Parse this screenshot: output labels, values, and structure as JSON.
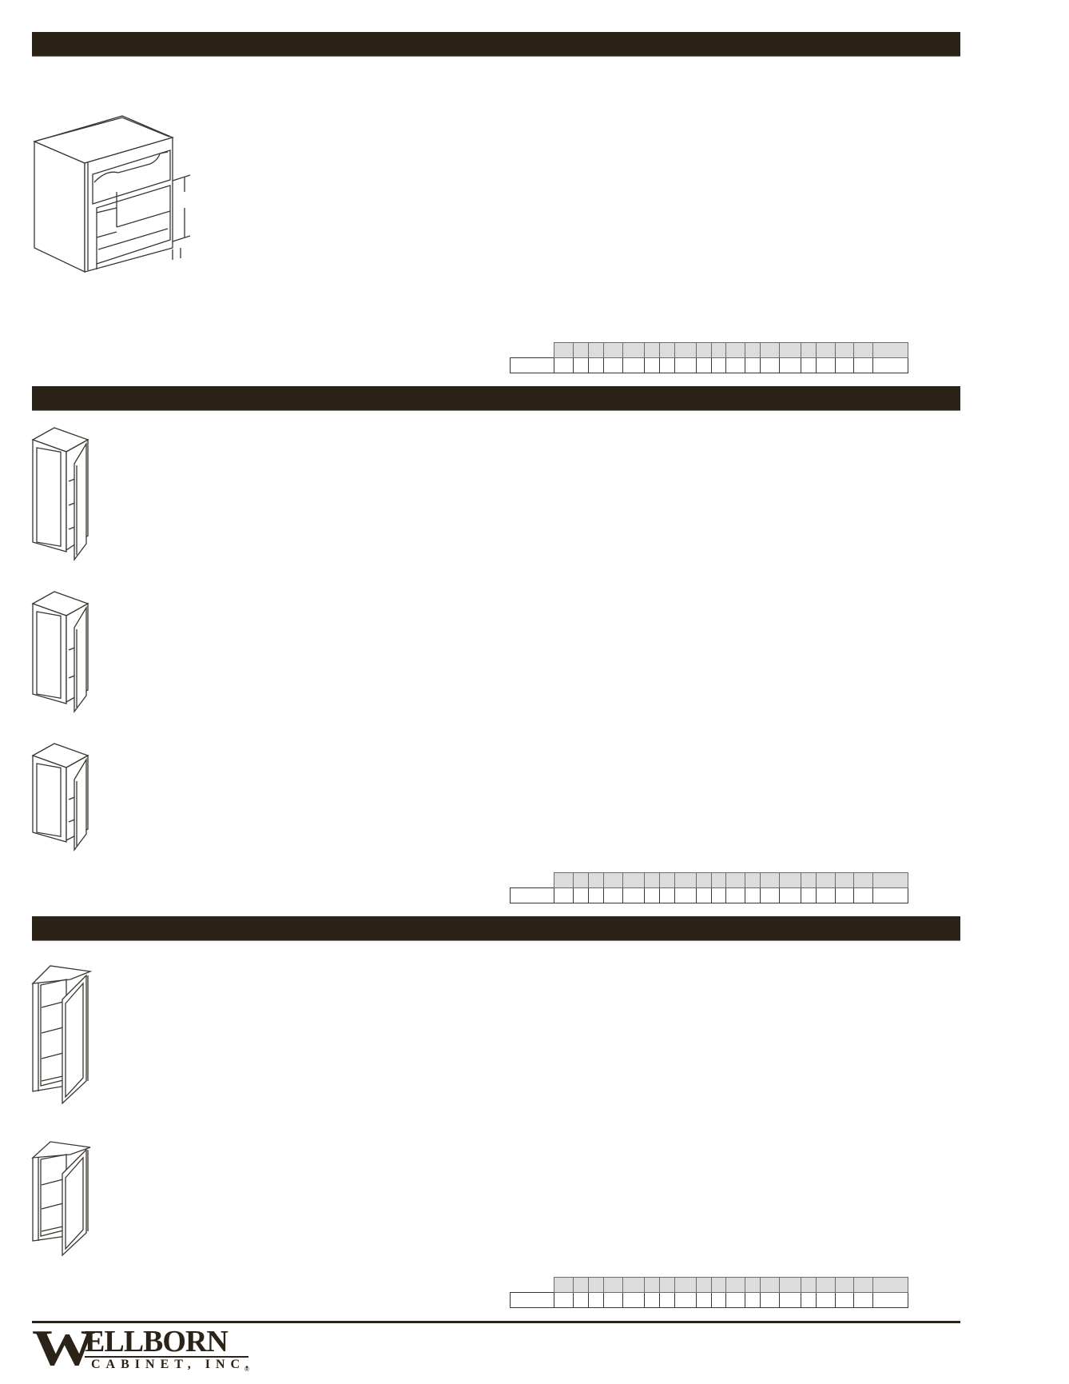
{
  "page": {
    "background": "#ffffff",
    "bar_color": "#2b2218",
    "table_header_color": "#dcdcdc"
  },
  "sections": [
    {
      "header_bar": "",
      "drawings": [
        "microwave-cabinet-drawing"
      ],
      "table": {
        "label": "",
        "header_cells": [
          "",
          "",
          "",
          "",
          "",
          "",
          "",
          "",
          "",
          "",
          "",
          "",
          "",
          "",
          "",
          "",
          "",
          "",
          ""
        ],
        "body_cells": [
          "",
          "",
          "",
          "",
          "",
          "",
          "",
          "",
          "",
          "",
          "",
          "",
          "",
          "",
          "",
          "",
          "",
          "",
          ""
        ]
      }
    },
    {
      "header_bar": "",
      "drawings": [
        "wall-cabinet-drawing-tall",
        "wall-cabinet-drawing-medium",
        "wall-cabinet-drawing-short"
      ],
      "table": {
        "label": "",
        "header_cells": [
          "",
          "",
          "",
          "",
          "",
          "",
          "",
          "",
          "",
          "",
          "",
          "",
          "",
          "",
          "",
          "",
          "",
          "",
          ""
        ],
        "body_cells": [
          "",
          "",
          "",
          "",
          "",
          "",
          "",
          "",
          "",
          "",
          "",
          "",
          "",
          "",
          "",
          "",
          "",
          "",
          ""
        ]
      }
    },
    {
      "header_bar": "",
      "drawings": [
        "corner-wall-cabinet-drawing-tall",
        "corner-wall-cabinet-drawing-short"
      ],
      "table": {
        "label": "",
        "header_cells": [
          "",
          "",
          "",
          "",
          "",
          "",
          "",
          "",
          "",
          "",
          "",
          "",
          "",
          "",
          "",
          "",
          "",
          "",
          ""
        ],
        "body_cells": [
          "",
          "",
          "",
          "",
          "",
          "",
          "",
          "",
          "",
          "",
          "",
          "",
          "",
          "",
          "",
          "",
          "",
          "",
          ""
        ]
      }
    }
  ],
  "footer": {
    "logo": {
      "initial": "W",
      "name": "ELLBORN",
      "subtitle": "CABINET, INC.",
      "registered": "®"
    }
  }
}
